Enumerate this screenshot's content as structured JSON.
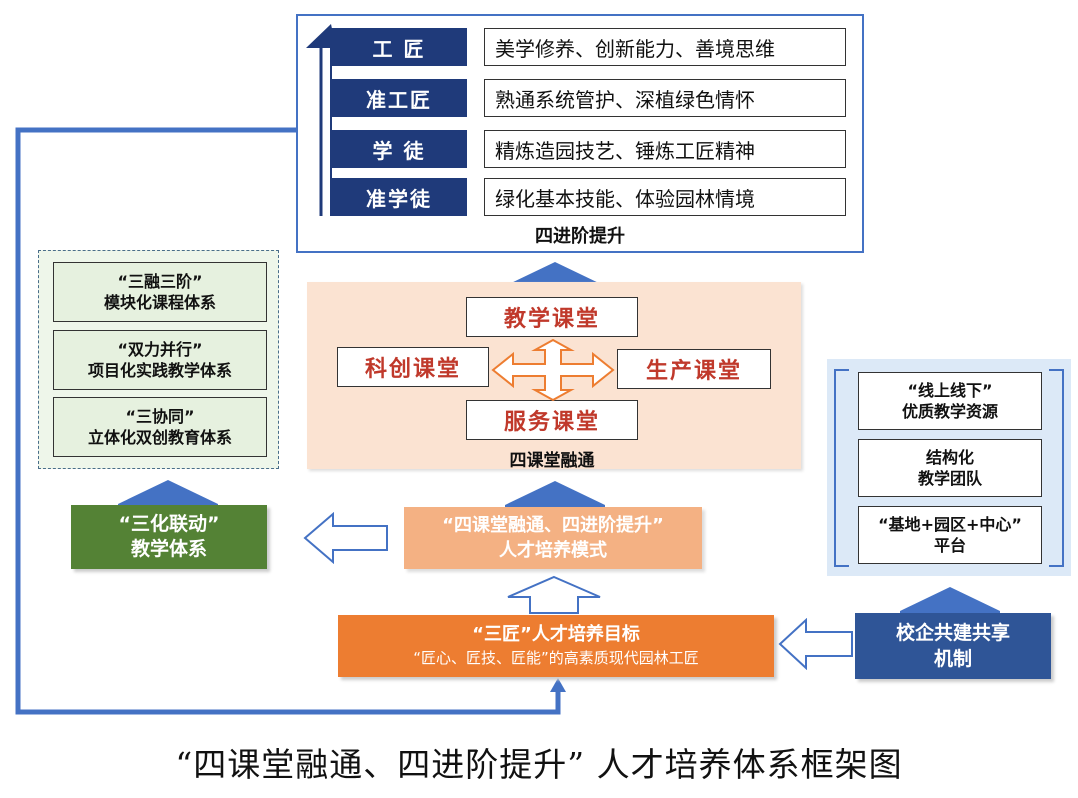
{
  "levels": [
    {
      "name": "工  匠",
      "desc": "美学修养、创新能力、善境思维"
    },
    {
      "name": "准工匠",
      "desc": "熟通系统管护、深植绿色情怀"
    },
    {
      "name": "学  徒",
      "desc": "精炼造园技艺、锤炼工匠精神"
    },
    {
      "name": "准学徒",
      "desc": "绿化基本技能、体验园林情境"
    }
  ],
  "ladder_caption": "四进阶提升",
  "classrooms": {
    "top": "教学课堂",
    "left": "科创课堂",
    "right": "生产课堂",
    "bottom": "服务课堂",
    "caption": "四课堂融通"
  },
  "left_system": [
    {
      "line1": "“三融三阶”",
      "line2": "模块化课程体系"
    },
    {
      "line1": "“双力并行”",
      "line2": "项目化实践教学体系"
    },
    {
      "line1": "“三协同”",
      "line2": "立体化双创教育体系"
    }
  ],
  "teaching_system": {
    "line1": "“三化联动”",
    "line2": "教学体系"
  },
  "mode_box": {
    "line1": "“四课堂融通、四进阶提升”",
    "line2": "人才培养模式"
  },
  "right_platform": [
    {
      "line1": "“线上线下”",
      "line2": "优质教学资源"
    },
    {
      "line1": "结构化",
      "line2": "教学团队"
    },
    {
      "line1": "“基地+园区+中心”",
      "line2": "平台"
    }
  ],
  "goal": {
    "line1": "“三匠”人才培养目标",
    "line2": "“匠心、匠技、匠能”的高素质现代园林工匠"
  },
  "mechanism": {
    "line1": "校企共建共享",
    "line2": "机制"
  },
  "figure_title": "“四课堂融通、四进阶提升” 人才培养体系框架图",
  "colors": {
    "navy": "#1f3a7a",
    "blue_line": "#4472c4",
    "orange": "#ed7d31",
    "peach": "#f4b183",
    "green": "#548235",
    "dark_blue": "#2f5597",
    "red_text": "#c0392b"
  }
}
